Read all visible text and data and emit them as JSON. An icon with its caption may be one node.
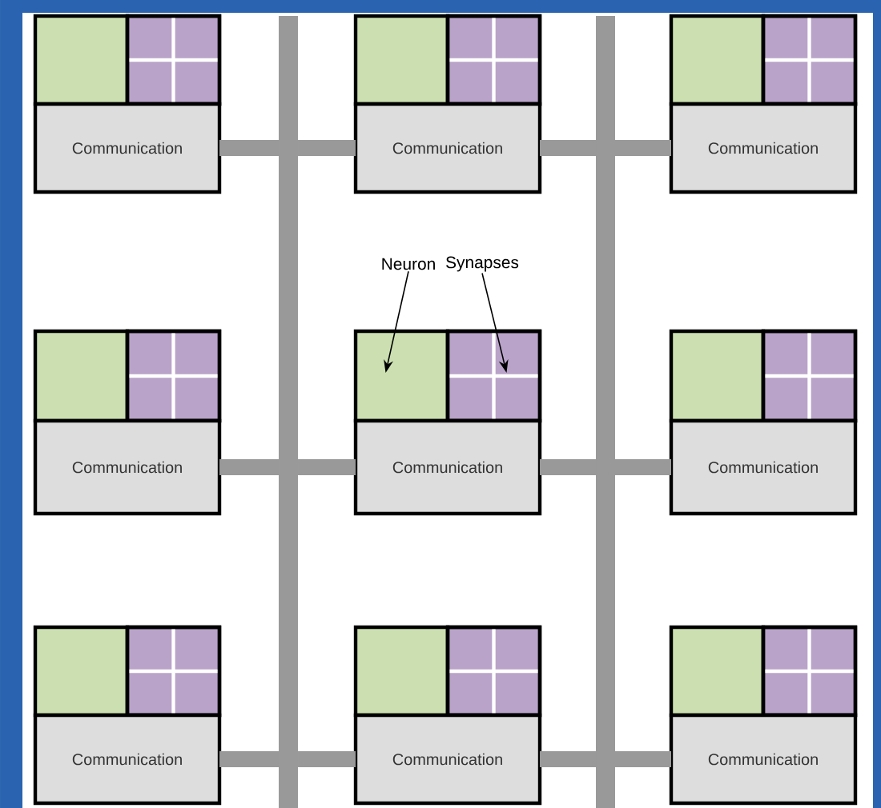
{
  "diagram": {
    "nodes": [
      {
        "text": [],
        "shape": "box"
      },
      {
        "text": [],
        "shape": "box"
      },
      {
        "text": [
          "Communication"
        ]
      },
      {
        "text": [],
        "shape": "box"
      },
      {
        "text": [],
        "shape": "box"
      },
      {
        "text": [
          "Communication"
        ]
      },
      {
        "text": [],
        "shape": "box"
      },
      {
        "text": [],
        "shape": "box"
      },
      {
        "text": [
          "Communication"
        ]
      },
      {
        "text": [
          "Neuron"
        ]
      },
      {
        "text": [
          "Synapses"
        ]
      },
      {
        "text": [],
        "shape": "box"
      },
      {
        "text": [],
        "shape": "box"
      },
      {
        "text": [
          "Communication"
        ]
      },
      {
        "text": [],
        "shape": "box"
      },
      {
        "text": [],
        "shape": "box"
      },
      {
        "text": [
          "Communication"
        ]
      },
      {
        "text": [],
        "shape": "box"
      },
      {
        "text": [],
        "shape": "box"
      },
      {
        "text": [
          "Communication"
        ]
      },
      {
        "text": [],
        "shape": "box"
      },
      {
        "text": [],
        "shape": "box"
      },
      {
        "text": [
          "Communication"
        ]
      },
      {
        "text": [],
        "shape": "box"
      },
      {
        "text": [],
        "shape": "box"
      },
      {
        "text": [
          "Communication"
        ]
      },
      {
        "text": [],
        "shape": "box"
      },
      {
        "text": [],
        "shape": "box"
      },
      {
        "text": [
          "Communication"
        ]
      },
      {
        "text": [],
        "shape": "bar"
      },
      {
        "text": [],
        "shape": "bar"
      }
    ],
    "edges": [
      {
        "from": 2,
        "to": 29,
        "arrow": "none"
      },
      {
        "from": 29,
        "to": 5,
        "arrow": "none"
      },
      {
        "from": 5,
        "to": 30,
        "arrow": "none"
      },
      {
        "from": 30,
        "to": 8,
        "arrow": "none"
      },
      {
        "from": 9,
        "to": 14,
        "arrow": "to",
        "color": "#000000"
      },
      {
        "from": 10,
        "to": 15,
        "arrow": "to",
        "color": "#000000"
      },
      {
        "from": 13,
        "to": 29,
        "arrow": "none"
      },
      {
        "from": 29,
        "to": 16,
        "arrow": "none"
      },
      {
        "from": 16,
        "to": 30,
        "arrow": "none"
      },
      {
        "from": 30,
        "to": 19,
        "arrow": "none"
      },
      {
        "from": 22,
        "to": 29,
        "arrow": "none"
      },
      {
        "from": 29,
        "to": 25,
        "arrow": "none"
      },
      {
        "from": 25,
        "to": 30,
        "arrow": "none"
      },
      {
        "from": 30,
        "to": 28,
        "arrow": "none"
      }
    ]
  }
}
